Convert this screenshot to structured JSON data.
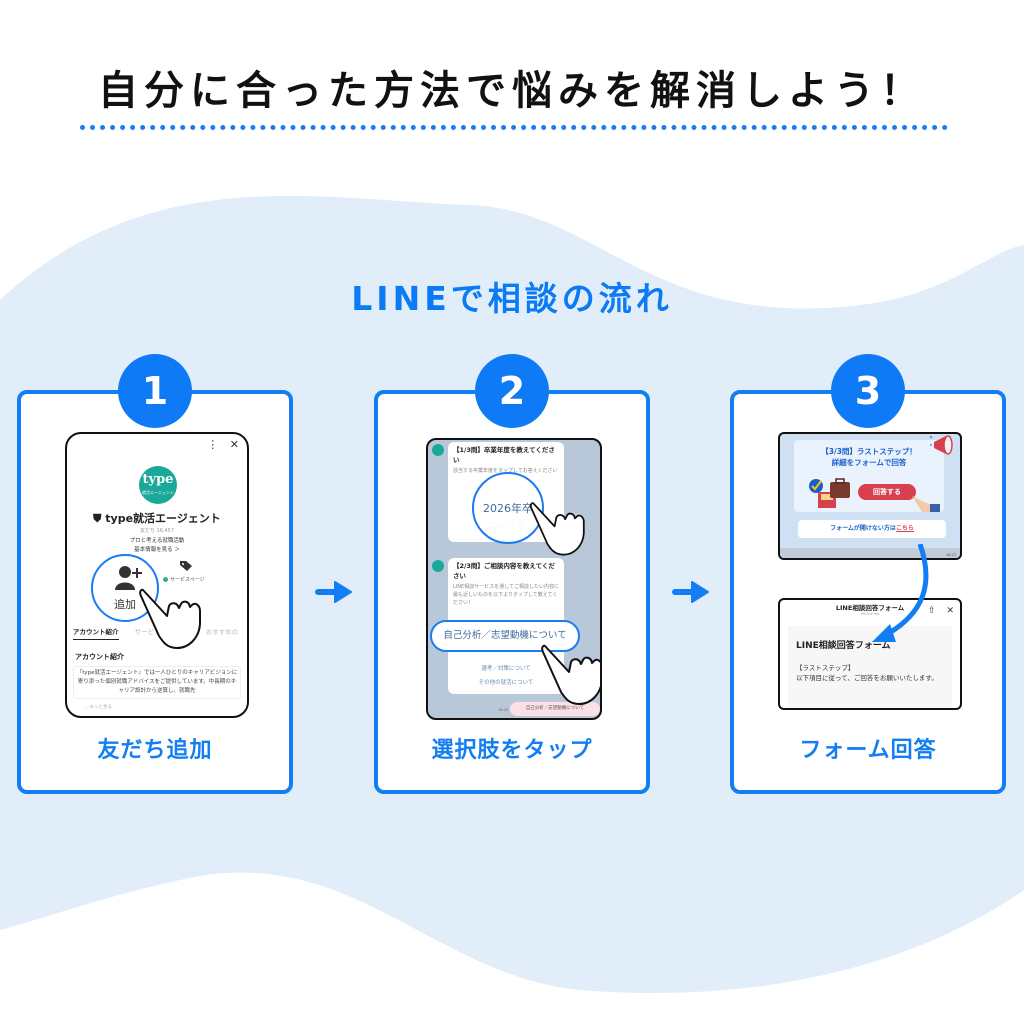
{
  "header": {
    "title": "自分に合った方法で悩みを解消しよう！",
    "subtitle": "LINEで相談の流れ"
  },
  "colors": {
    "accent": "#137ef4",
    "wave": "#e1eefa",
    "title_text": "#111111",
    "form_button": "#d8404f"
  },
  "steps": [
    {
      "number": "1",
      "label": "友だち追加",
      "screen": {
        "top_icons": [
          "more-icon",
          "close-icon"
        ],
        "more_glyph": "⋮",
        "close_glyph": "✕",
        "logo_text": "type",
        "logo_subtext": "就活エージェント",
        "account_name": "type就活エージェント",
        "friends_count": "友だち 16,457",
        "tagline": "プロと考える就職活動",
        "basic_info_link": "基本情報を見る ＞",
        "add_button_label": "追加",
        "service_page_label": "サービスページ",
        "tabs": [
          "アカウント紹介",
          "サービス",
          "情報",
          "おすすめの"
        ],
        "section_title": "アカウント紹介",
        "description": "『type就活エージェント』では一人ひとりのキャリアビジョンに寄り添った個別就職アドバイスをご提供しています。中長期のキャリア設計から逆算し、就職先",
        "more_link": "…もっと見る"
      }
    },
    {
      "number": "2",
      "label": "選択肢をタップ",
      "screen": {
        "q1_title": "【1/3問】卒業年度を教えてください",
        "q1_sub": "該当する卒業年度をタップしてお答えください",
        "q1_selected": "2026年卒",
        "q1_next_option": "2027年卒",
        "q2_title": "【2/3問】ご相談内容を教えてください",
        "q2_sub": "LINE相談サービスを通してご相談したい内容に最も近しいものを以下よりタップして教えてください！",
        "q2_selected": "自己分析／志望動機について",
        "q2_options": [
          "選考／対策について",
          "その他の就活について"
        ],
        "reply": "自己分析／志望動機について",
        "time_1": "18:20",
        "time_2": "18:20"
      }
    },
    {
      "number": "3",
      "label": "フォーム回答",
      "screen": {
        "promo_title_line1": "【3/3問】ラストステップ！",
        "promo_title_line2": "詳細をフォームで回答",
        "answer_button": "回答する",
        "fallback_text": "フォームが開けない方は",
        "fallback_link": "こちら",
        "time": "18:23",
        "form_header": "LINE相談回答フォーム",
        "form_url": "liff.line.me",
        "share_glyph": "⇧",
        "close_glyph": "✕",
        "form_title": "LINE相談回答フォーム",
        "form_step": "【ラストステップ】",
        "form_instructions": "以下項目に従って、ご回答をお願いいたします。"
      }
    }
  ]
}
